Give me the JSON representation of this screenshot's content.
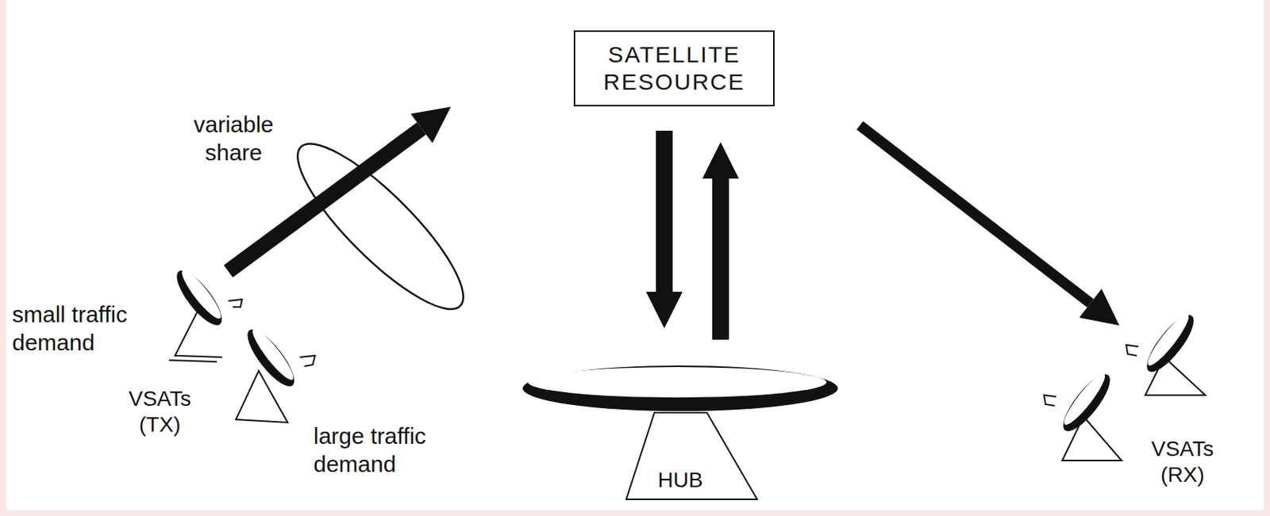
{
  "diagram": {
    "nodes": [
      {
        "text": [
          "SATELLITE RESOURCE"
        ]
      },
      {
        "text": [
          "HUB"
        ]
      }
    ],
    "edges": [
      {
        "from": 0,
        "to": 1,
        "arrow": "to"
      },
      {
        "from": 1,
        "to": 0,
        "arrow": "to"
      }
    ],
    "labels": [
      "variable share",
      "small traffic demand",
      "VSATs (TX)",
      "large traffic demand",
      "VSATs (RX)"
    ]
  }
}
